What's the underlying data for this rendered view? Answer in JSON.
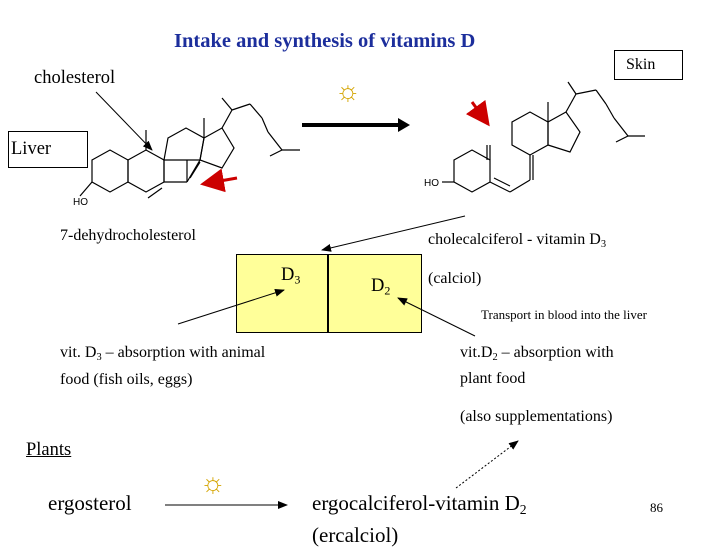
{
  "title": "Intake and synthesis of vitamins D",
  "labels": {
    "skin": "Skin",
    "liver": "Liver",
    "cholesterol": "cholesterol",
    "dehydro": "7-dehydrocholesterol",
    "chole_main": "cholecalciferol - vitamin D",
    "chole_sub": "3",
    "calciol": "(calciol)",
    "box_d3_main": "D",
    "box_d3_sub": "3",
    "box_d2_main": "D",
    "box_d2_sub": "2",
    "transport": "Transport in blood into the liver",
    "vitd3_pre": "vit. D",
    "vitd3_sub": "3",
    "vitd3_post": " – absorption with animal",
    "vitd3_line2": "food (fish oils, eggs)",
    "vitd2_pre": "vit.D",
    "vitd2_sub": "2",
    "vitd2_post": " – absorption with",
    "vitd2_line2": "plant food",
    "vitd2_line3": "(also supplementations)",
    "plants": "Plants",
    "ergosterol": "ergosterol",
    "ergo_main": "ergocalciferol-vitamin D",
    "ergo_sub": "2",
    "ercalciol": "(ercalciol)",
    "page_number": "86",
    "ho_left": "HO",
    "ho_right": "HO",
    "sun_glyph": "☼"
  },
  "colors": {
    "title": "#1c2e9c",
    "box_fill": "#ffff99",
    "red_arrow": "#cc0000",
    "sun": "#d4a400"
  }
}
